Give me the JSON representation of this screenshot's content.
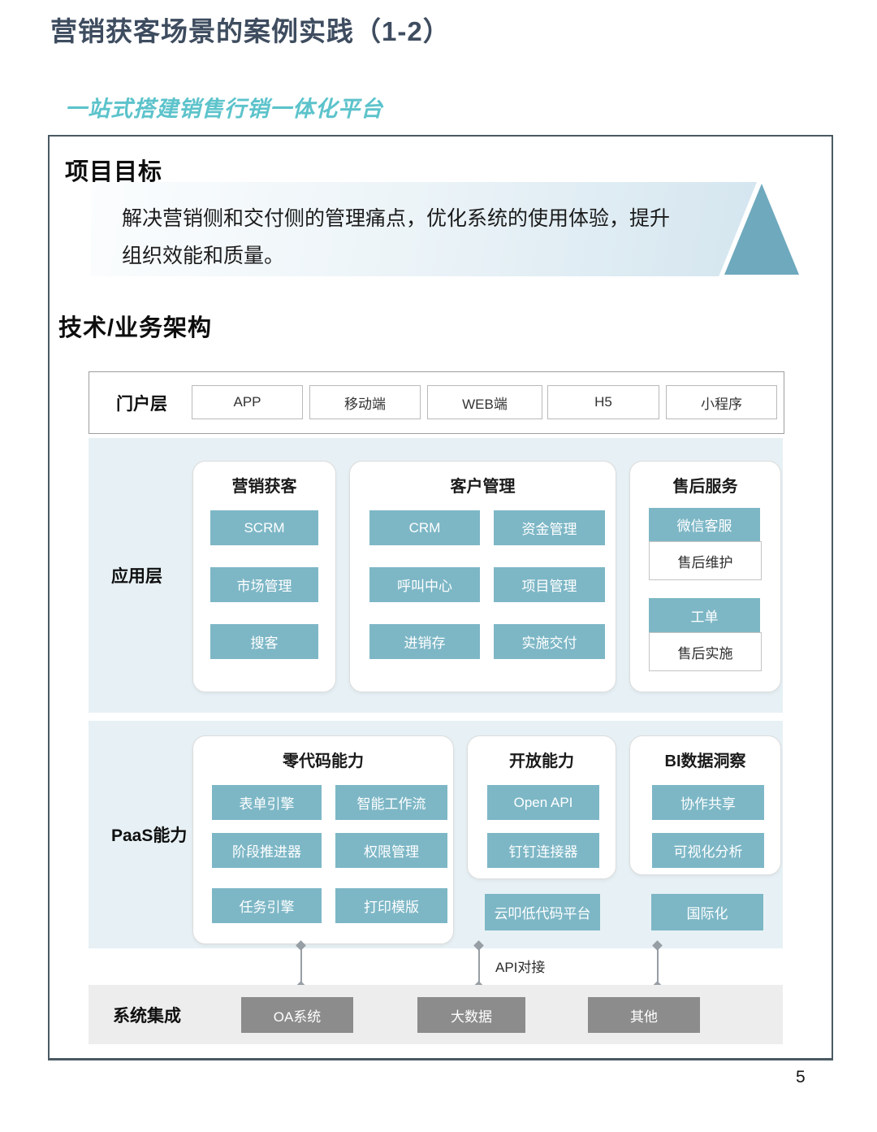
{
  "page": {
    "title": "营销获客场景的案例实践（1-2）",
    "subtitle": "一站式搭建销售行销一体化平台",
    "page_number": "5"
  },
  "project_goal": {
    "heading": "项目目标",
    "text": "解决营销侧和交付侧的管理痛点，优化系统的使用体验，提升组织效能和质量。"
  },
  "architecture": {
    "heading": "技术/业务架构",
    "portal_layer": {
      "label": "门户层",
      "items": [
        "APP",
        "移动端",
        "WEB端",
        "H5",
        "小程序"
      ]
    },
    "application_layer": {
      "label": "应用层",
      "cards": [
        {
          "title": "营销获客",
          "items": [
            "SCRM",
            "市场管理",
            "搜客"
          ]
        },
        {
          "title": "客户管理",
          "items": [
            "CRM",
            "资金管理",
            "呼叫中心",
            "项目管理",
            "进销存",
            "实施交付"
          ]
        },
        {
          "title": "售后服务",
          "groups": [
            {
              "primary": "微信客服",
              "secondary": "售后维护"
            },
            {
              "primary": "工单",
              "secondary": "售后实施"
            }
          ]
        }
      ]
    },
    "paas_layer": {
      "label": "PaaS能力",
      "cards": [
        {
          "title": "零代码能力",
          "items": [
            "表单引擎",
            "智能工作流",
            "阶段推进器",
            "权限管理",
            "任务引擎",
            "打印模版"
          ]
        },
        {
          "title": "开放能力",
          "items": [
            "Open API",
            "钉钉连接器"
          ]
        },
        {
          "title": "BI数据洞察",
          "items": [
            "协作共享",
            "可视化分析"
          ]
        }
      ],
      "standalone_items": [
        "云叩低代码平台",
        "国际化"
      ]
    },
    "integration": {
      "label": "系统集成",
      "api_label": "API对接",
      "items": [
        "OA系统",
        "大数据",
        "其他"
      ]
    }
  },
  "colors": {
    "title_navy": "#3e4c5f",
    "subtitle_teal": "#5cc3cb",
    "box_teal": "#7db7c6",
    "triangle_teal": "#6fa9bd",
    "layer_bg_blue": "#e7f1f5",
    "integration_gray": "#ededed",
    "dark_gray_box": "#8c8c8c",
    "border_slate": "#4a5a63"
  }
}
